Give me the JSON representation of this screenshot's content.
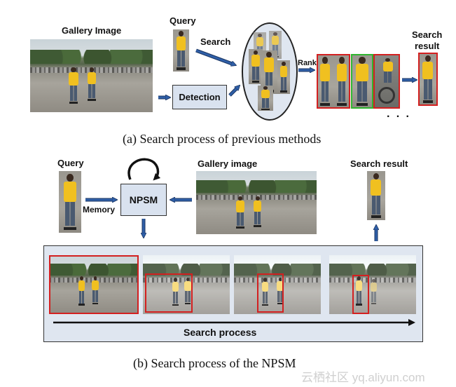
{
  "top": {
    "gallery_label": "Gallery Image",
    "query_label": "Query",
    "search_label": "Search",
    "detection_label": "Detection",
    "rank_label": "Rank",
    "result_label_line1": "Search",
    "result_label_line2": "result",
    "ellipsis": "· · ·",
    "caption": "(a) Search process of previous methods"
  },
  "bottom": {
    "query_label": "Query",
    "memory_label": "Memory",
    "npsm_label": "NPSM",
    "gallery_label": "Gallery image",
    "result_label": "Search result",
    "process_label": "Search process",
    "caption": "(b) Search process of the NPSM"
  },
  "watermark": "云栖社区 yq.aliyun.com",
  "colors": {
    "box_fill": "#d9e2ef",
    "arrow_blue": "#2f5fa8",
    "red_box": "#d32020",
    "green_box": "#2fb52f",
    "shirt_yellow": "#f0c020"
  }
}
